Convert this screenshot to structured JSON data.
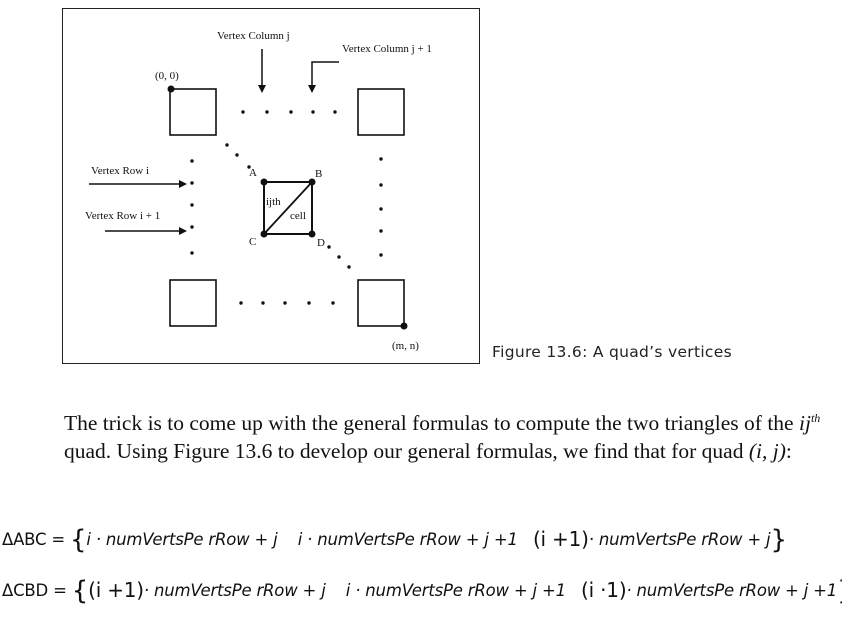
{
  "figure": {
    "labels": {
      "vertex_column_j": "Vertex Column j",
      "vertex_column_j1": "Vertex Column j + 1",
      "origin": "(0, 0)",
      "vertex_row_i": "Vertex Row i",
      "vertex_row_i1": "Vertex Row i + 1",
      "A": "A",
      "B": "B",
      "C": "C",
      "D": "D",
      "ijth": "ijth",
      "cell": "cell",
      "end": "(m, n)"
    },
    "caption": "Figure 13.6: A quad’s vertices"
  },
  "paragraph": {
    "part1": "The trick is to come up with the general formulas to compute the two triangles of the ",
    "ij": "ij",
    "th": "th",
    "part2": " quad. Using Figure 13.6 to develop our general formulas, we find that for quad ",
    "quad": "(i, j)",
    "part3": ":"
  },
  "equations": {
    "abc": {
      "lhs": "ΔABC = ",
      "open": "{",
      "t1": "i · numVertsPe rRow + j",
      "t2": "i · numVertsPe rRow + j +1",
      "t3_paren": "(i +1)",
      "t3_rest": "· numVertsPe rRow + j",
      "close": "}"
    },
    "cbd": {
      "lhs": "ΔCBD = ",
      "open": "{",
      "t1_paren": "(i +1)",
      "t1_rest": "· numVertsPe rRow + j",
      "t2": "i · numVertsPe rRow + j +1",
      "t3_paren": "(i ·1)",
      "t3_rest": "· numVertsPe rRow + j +1",
      "close": "}"
    }
  }
}
